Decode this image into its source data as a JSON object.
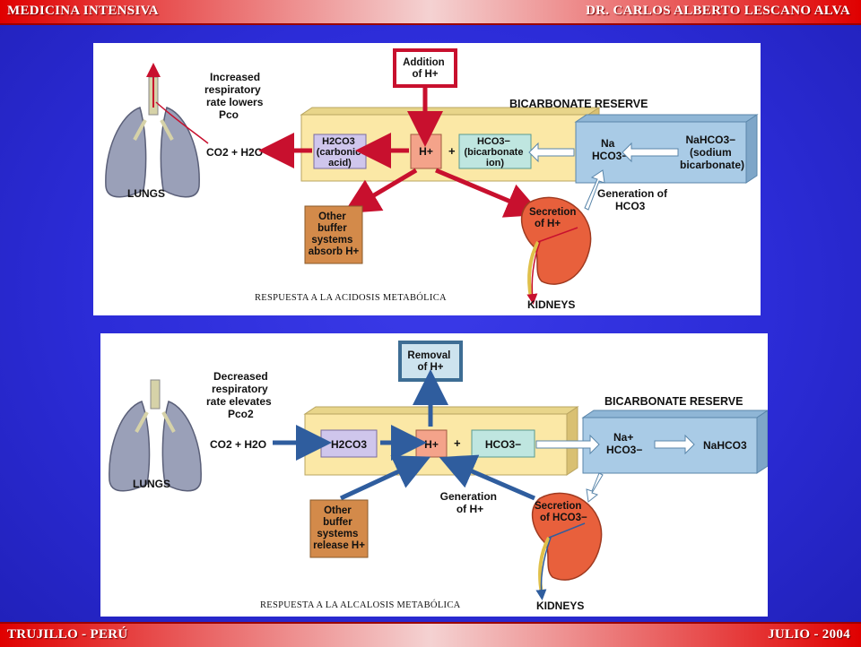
{
  "header": {
    "left": "MEDICINA INTENSIVA",
    "right": "DR. CARLOS ALBERTO LESCANO ALVA"
  },
  "footer": {
    "left": "TRUJILLO - PERÚ",
    "right": "JULIO - 2004"
  },
  "acidosis": {
    "caption": "RESPUESTA A LA ACIDOSIS METABÓLICA",
    "addition": [
      "Addition",
      "of H+"
    ],
    "respiratory": [
      "Increased",
      "respiratory",
      "rate lowers",
      "Pco"
    ],
    "co2_h2o": "CO2 + H2O",
    "lungs": "LUNGS",
    "h2co3": [
      "H2CO3",
      "(carbonic",
      "acid)"
    ],
    "h_plus": "H+",
    "plus": "+",
    "hco3": [
      "HCO3−",
      "(bicarbonate",
      "ion)"
    ],
    "reserve_title": "BICARBONATE RESERVE",
    "na_hco3": [
      "Na",
      "HCO3−"
    ],
    "nahco3": [
      "NaHCO3−",
      "(sodium",
      "bicarbonate)"
    ],
    "generation": [
      "Generation of",
      "HCO3"
    ],
    "other_buffer": [
      "Other",
      "buffer",
      "systems",
      "absorb H+"
    ],
    "secretion": [
      "Secretion",
      "of H+"
    ],
    "kidneys": "KIDNEYS"
  },
  "alkalosis": {
    "caption": "RESPUESTA A LA ALCALOSIS METABÓLICA",
    "removal": [
      "Removal",
      "of H+"
    ],
    "respiratory": [
      "Decreased",
      "respiratory",
      "rate elevates",
      "Pco2"
    ],
    "co2_h2o": "CO2 + H2O",
    "lungs": "LUNGS",
    "h2co3": "H2CO3",
    "h_plus": "H+",
    "plus": "+",
    "hco3": "HCO3−",
    "reserve_title": "BICARBONATE RESERVE",
    "na_hco3": [
      "Na+",
      "HCO3−"
    ],
    "nahco3": "NaHCO3",
    "generation": [
      "Generation",
      "of H+"
    ],
    "other_buffer": [
      "Other",
      "buffer",
      "systems",
      "release H+"
    ],
    "secretion": [
      "Secretion",
      "of HCO3−"
    ],
    "kidneys": "KIDNEYS"
  },
  "colors": {
    "acid_arrow": "#c8102e",
    "alk_arrow": "#2f5d9e",
    "buffer_box": "#fbe8a6",
    "reserve_box": "#a9cbe6",
    "h_box": "#f4a38a",
    "hco3_box": "#bfe6e0",
    "h2co3_box": "#cfc6ec",
    "other_box": "#d38a4a"
  }
}
